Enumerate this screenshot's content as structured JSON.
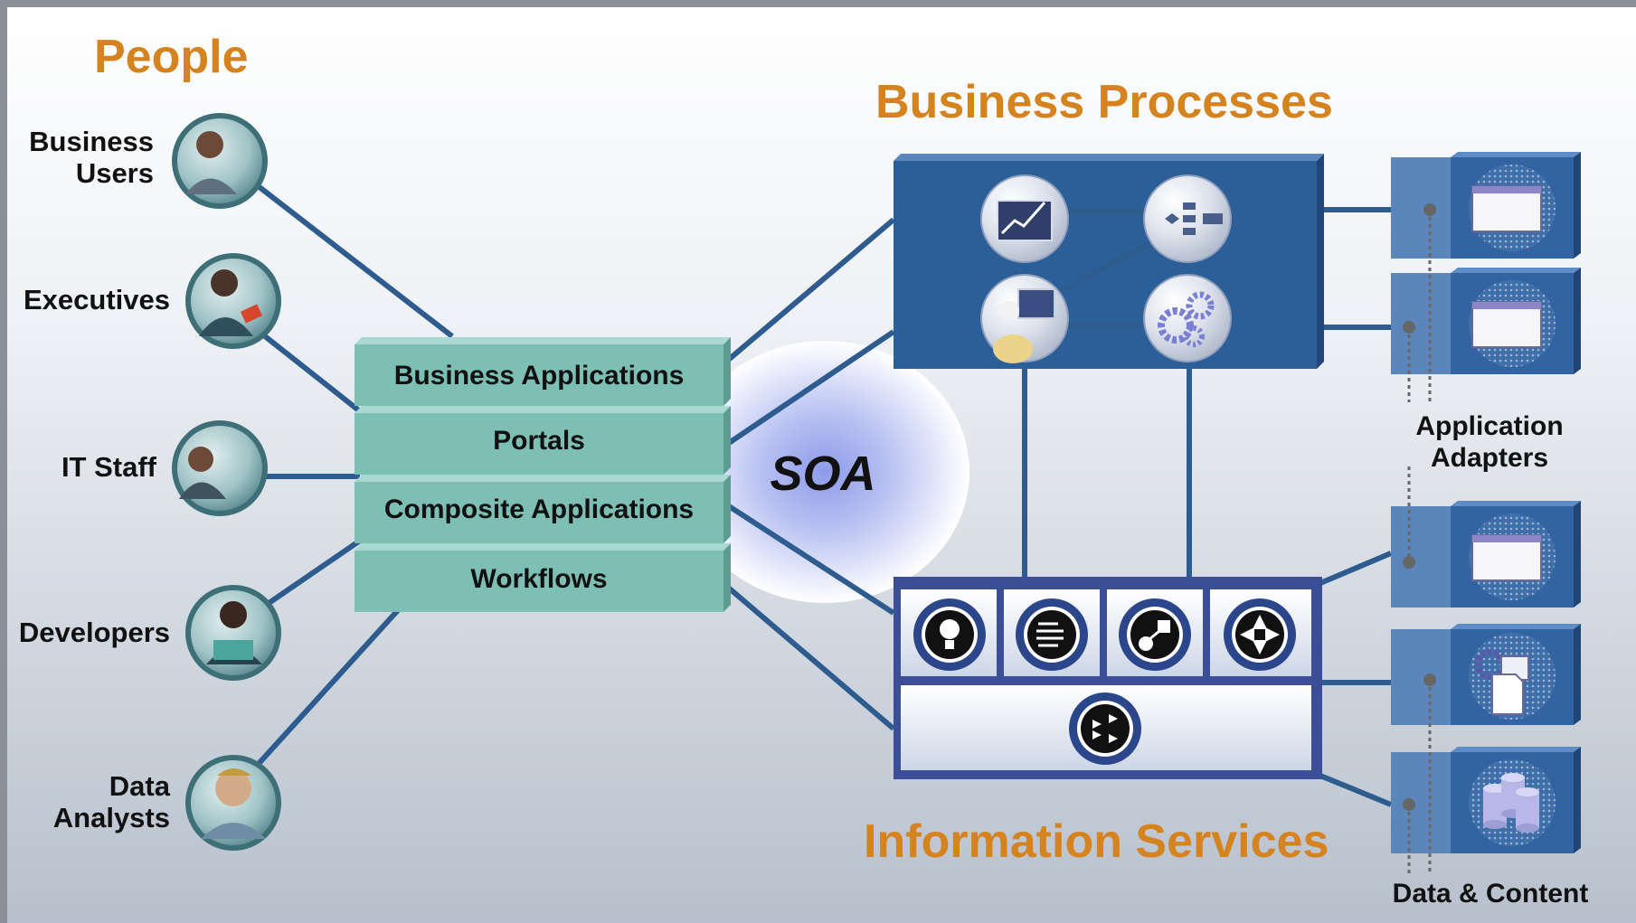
{
  "sections": {
    "people": "People",
    "business_processes": "Business Processes",
    "information_services": "Information Services",
    "soa": "SOA"
  },
  "people": [
    {
      "label": [
        "Business",
        "Users"
      ],
      "icon": "person-photo-icon"
    },
    {
      "label": [
        "Executives"
      ],
      "icon": "person-photo-icon"
    },
    {
      "label": [
        "IT Staff"
      ],
      "icon": "person-photo-icon"
    },
    {
      "label": [
        "Developers"
      ],
      "icon": "person-photo-icon"
    },
    {
      "label": [
        "Data",
        "Analysts"
      ],
      "icon": "person-photo-icon"
    }
  ],
  "layers": [
    "Business Applications",
    "Portals",
    "Composite Applications",
    "Workflows"
  ],
  "right_labels": {
    "application_adapters": [
      "Application",
      "Adapters"
    ],
    "data_content": "Data & Content"
  },
  "colors": {
    "orange": "#D4831F",
    "connector": "#2E5C8E",
    "box_blue": "#2C5E98",
    "layer_teal": "#7DBFB5",
    "soa_glow": "#8E9BEA",
    "info_frame": "#3C4E96",
    "background_top": "#FFFFFF",
    "background_bottom": "#B7C0CC"
  },
  "icons": {
    "process": [
      "chart-icon",
      "flow-icon",
      "user-computer-icon",
      "gears-icon"
    ],
    "info": [
      "lightbulb-icon",
      "filter-icon",
      "transform-icon",
      "aperture-icon",
      "federation-icon"
    ],
    "adapters": [
      "window-icon",
      "window-icon",
      "window-icon",
      "gears-document-icon",
      "database-icon"
    ]
  }
}
